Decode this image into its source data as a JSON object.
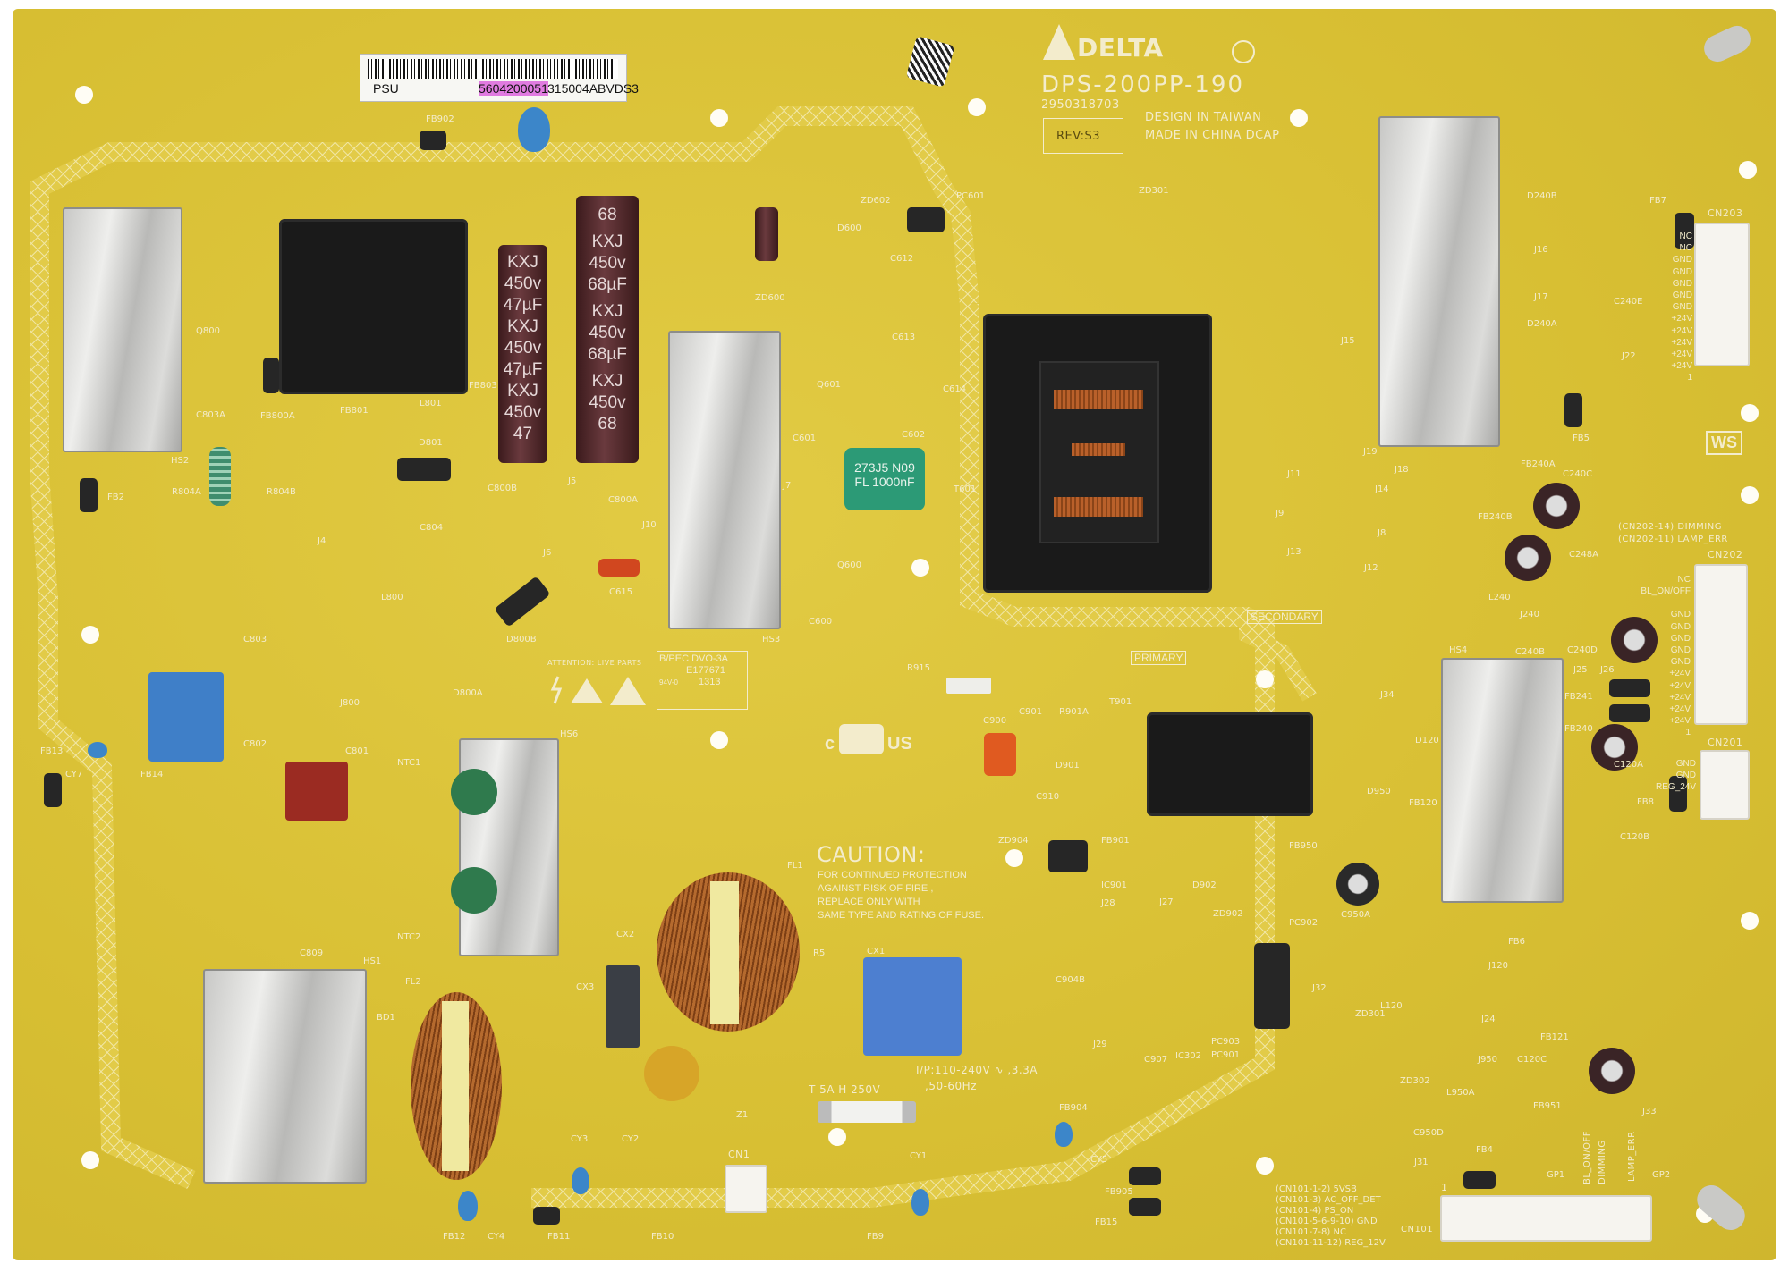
{
  "board": {
    "brand": "DELTA",
    "model": "DPS-200PP-190",
    "part_number": "2950318703",
    "revision": "REV:S3",
    "origin_lines": [
      "DESIGN IN TAIWAN",
      "MADE IN CHINA DCAP"
    ],
    "colors": {
      "pcb": "#dcc33a",
      "silkscreen": "#f3eccc",
      "heatsink": "#c8c8c6",
      "y_capacitor": "#3c86c9"
    }
  },
  "barcode_label": {
    "left_text": "PSU",
    "code_highlight": "5604200051",
    "code_rest": "315004ABVDS3"
  },
  "caution": {
    "title": "CAUTION:",
    "lines": [
      "FOR CONTINUED PROTECTION",
      "AGAINST RISK OF FIRE ,",
      "REPLACE ONLY WITH",
      "SAME TYPE AND RATING OF FUSE."
    ]
  },
  "input_rating": {
    "line1": "I/P:110-240V ∿ ,3.3A",
    "line2": ",50-60Hz",
    "fuse": "T 5A H 250V"
  },
  "attention": {
    "text": "ATTENTION: LIVE PARTS"
  },
  "ul_box": {
    "line1": "B/PEC DVO-3A",
    "line2": "E177671",
    "line3": "94V-0",
    "line4": "1313"
  },
  "cul_mark": {
    "c": "c",
    "us": "US"
  },
  "zones": {
    "primary": "PRIMARY",
    "secondary": "SECONDARY",
    "ws": "WS"
  },
  "connectors": {
    "cn203": {
      "name": "CN203",
      "pins": [
        "NC",
        "NC",
        "GND",
        "GND",
        "GND",
        "GND",
        "GND",
        "+24V",
        "+24V",
        "+24V",
        "+24V",
        "+24V"
      ],
      "pin1": "1"
    },
    "cn202": {
      "name": "CN202",
      "pins": [
        "NC",
        "BL_ON/OFF",
        "",
        "GND",
        "GND",
        "GND",
        "GND",
        "GND",
        "+24V",
        "+24V",
        "+24V",
        "+24V",
        "+24V"
      ],
      "pin1": "1",
      "notes": [
        "(CN202-14) DIMMING",
        "(CN202-11) LAMP_ERR"
      ]
    },
    "cn201": {
      "name": "CN201",
      "pins": [
        "GND",
        "GND",
        "REG_24V"
      ]
    },
    "cn101": {
      "name": "CN101",
      "pin1": "1",
      "side_labels": [
        "BL_ON/OFF",
        "DIMMING",
        "LAMP_ERR"
      ],
      "legend": [
        "(CN101-1-2) 5VSB",
        "(CN101-3) AC_OFF_DET",
        "(CN101-4) PS_ON",
        "(CN101-5-6-9-10) GND",
        "(CN101-7-8) NC",
        "(CN101-11-12) REG_12V"
      ]
    },
    "cn1": {
      "name": "CN1"
    }
  },
  "capacitors": {
    "bulk1": [
      "KXJ",
      "450v",
      "47µF",
      "KXJ",
      "450v",
      "47µF",
      "KXJ",
      "450v",
      "47"
    ],
    "bulk2": [
      "68",
      "KXJ",
      "450v",
      "68µF",
      "KXJ",
      "450v",
      "68µF",
      "KXJ",
      "450v",
      "68"
    ],
    "film": "273J5 N09",
    "film2": "FL 1000nF"
  },
  "refs": [
    {
      "t": "FB902"
    },
    {
      "t": "HS2"
    },
    {
      "t": "Q800"
    },
    {
      "t": "FB800A"
    },
    {
      "t": "C803A"
    },
    {
      "t": "FB801"
    },
    {
      "t": "L801"
    },
    {
      "t": "FB803"
    },
    {
      "t": "D801"
    },
    {
      "t": "C800B"
    },
    {
      "t": "C804"
    },
    {
      "t": "FB2"
    },
    {
      "t": "R804A"
    },
    {
      "t": "R804B"
    },
    {
      "t": "J4"
    },
    {
      "t": "J5"
    },
    {
      "t": "J6"
    },
    {
      "t": "C800A"
    },
    {
      "t": "J10"
    },
    {
      "t": "D600"
    },
    {
      "t": "ZD600"
    },
    {
      "t": "C612"
    },
    {
      "t": "C613"
    },
    {
      "t": "Q601"
    },
    {
      "t": "C601"
    },
    {
      "t": "C614"
    },
    {
      "t": "C602"
    },
    {
      "t": "T601"
    },
    {
      "t": "J7"
    },
    {
      "t": "C615"
    },
    {
      "t": "Q600"
    },
    {
      "t": "C600"
    },
    {
      "t": "HS3"
    },
    {
      "t": "D800B"
    },
    {
      "t": "L800"
    },
    {
      "t": "C803"
    },
    {
      "t": "C802"
    },
    {
      "t": "J800"
    },
    {
      "t": "D800A"
    },
    {
      "t": "FB13"
    },
    {
      "t": "CY7"
    },
    {
      "t": "FB14"
    },
    {
      "t": "C801"
    },
    {
      "t": "NTC1"
    },
    {
      "t": "NTC2"
    },
    {
      "t": "HS6"
    },
    {
      "t": "C809"
    },
    {
      "t": "HS1"
    },
    {
      "t": "BD1"
    },
    {
      "t": "FL2"
    },
    {
      "t": "CX3"
    },
    {
      "t": "CX2"
    },
    {
      "t": "FL1"
    },
    {
      "t": "R5"
    },
    {
      "t": "CX1"
    },
    {
      "t": "Z1"
    },
    {
      "t": "CY3"
    },
    {
      "t": "CY2"
    },
    {
      "t": "CY4"
    },
    {
      "t": "FB12"
    },
    {
      "t": "FB11"
    },
    {
      "t": "FB10"
    },
    {
      "t": "FB9"
    },
    {
      "t": "CY1"
    },
    {
      "t": "CY5"
    },
    {
      "t": "FB905"
    },
    {
      "t": "FB15"
    },
    {
      "t": "FB904"
    },
    {
      "t": "PC601"
    },
    {
      "t": "ZD602"
    },
    {
      "t": "ZD301"
    },
    {
      "t": "J15"
    },
    {
      "t": "J11"
    },
    {
      "t": "J19"
    },
    {
      "t": "J18"
    },
    {
      "t": "J14"
    },
    {
      "t": "J9"
    },
    {
      "t": "J8"
    },
    {
      "t": "J13"
    },
    {
      "t": "J12"
    },
    {
      "t": "J16"
    },
    {
      "t": "J17"
    },
    {
      "t": "D240B"
    },
    {
      "t": "D240A"
    },
    {
      "t": "FB7"
    },
    {
      "t": "C240E"
    },
    {
      "t": "J22"
    },
    {
      "t": "FB5"
    },
    {
      "t": "FB240A"
    },
    {
      "t": "FB240B"
    },
    {
      "t": "C240C"
    },
    {
      "t": "C248A"
    },
    {
      "t": "L240"
    },
    {
      "t": "J240"
    },
    {
      "t": "C240B"
    },
    {
      "t": "C240D"
    },
    {
      "t": "J25"
    },
    {
      "t": "J26"
    },
    {
      "t": "FB241"
    },
    {
      "t": "FB240"
    },
    {
      "t": "C120A"
    },
    {
      "t": "FB8"
    },
    {
      "t": "C120B"
    },
    {
      "t": "HS4"
    },
    {
      "t": "D120"
    },
    {
      "t": "FB120"
    },
    {
      "t": "FB6"
    },
    {
      "t": "J34"
    },
    {
      "t": "R915"
    },
    {
      "t": "C900"
    },
    {
      "t": "C901"
    },
    {
      "t": "R901A"
    },
    {
      "t": "T901"
    },
    {
      "t": "D901"
    },
    {
      "t": "C910"
    },
    {
      "t": "ZD904"
    },
    {
      "t": "IC901"
    },
    {
      "t": "FB901"
    },
    {
      "t": "D950"
    },
    {
      "t": "FB950"
    },
    {
      "t": "C950A"
    },
    {
      "t": "D902"
    },
    {
      "t": "ZD902"
    },
    {
      "t": "J27"
    },
    {
      "t": "J28"
    },
    {
      "t": "C904B"
    },
    {
      "t": "PC902"
    },
    {
      "t": "PC903"
    },
    {
      "t": "PC901"
    },
    {
      "t": "J33"
    },
    {
      "t": "J32"
    },
    {
      "t": "J29"
    },
    {
      "t": "C907"
    },
    {
      "t": "IC302"
    },
    {
      "t": "L120"
    },
    {
      "t": "J120"
    },
    {
      "t": "J24"
    },
    {
      "t": "ZD301"
    },
    {
      "t": "ZD302"
    },
    {
      "t": "L950A"
    },
    {
      "t": "J950"
    },
    {
      "t": "C120C"
    },
    {
      "t": "FB121"
    },
    {
      "t": "FB951"
    },
    {
      "t": "C950D"
    },
    {
      "t": "FB4"
    },
    {
      "t": "J31"
    },
    {
      "t": "GP1"
    },
    {
      "t": "GP2"
    }
  ]
}
